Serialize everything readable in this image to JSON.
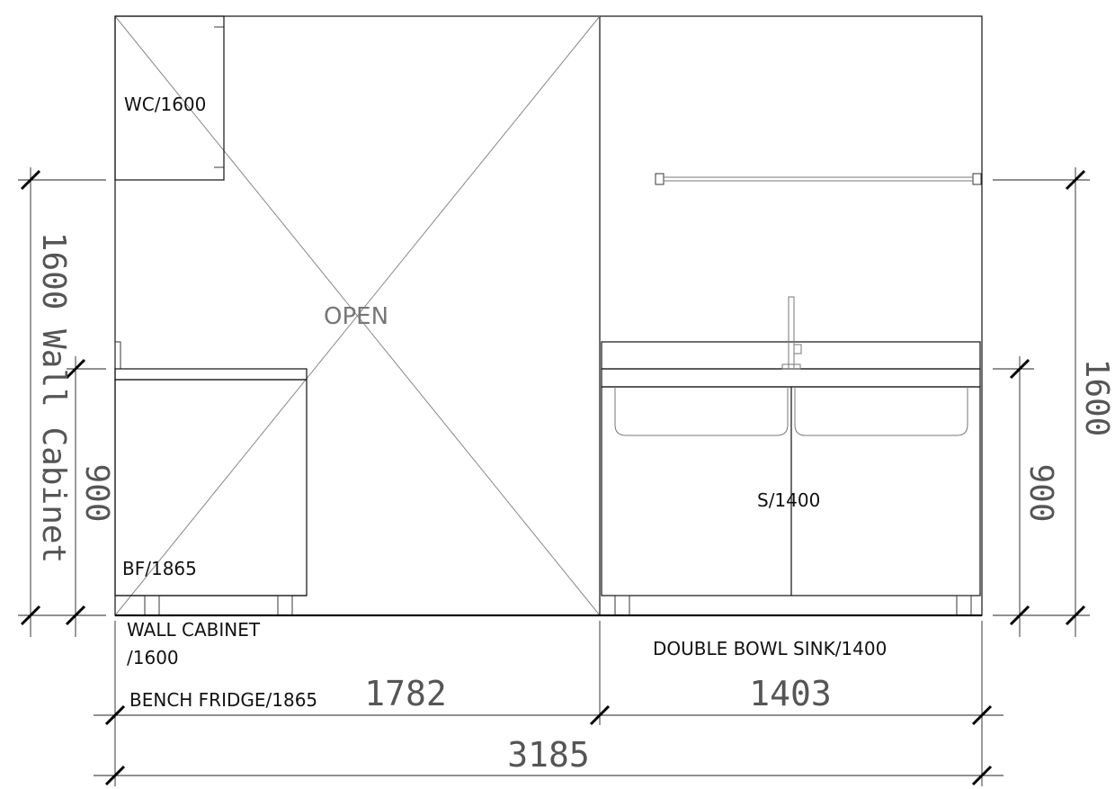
{
  "labels": {
    "wc": "WC/1600",
    "open": "OPEN",
    "bf": "BF/1865",
    "sink": "S/1400",
    "wall_cabinet_1": "WALL CABINET",
    "wall_cabinet_2": "/1600",
    "bench_fridge": "BENCH FRIDGE/1865",
    "double_sink": "DOUBLE BOWL SINK/1400"
  },
  "dimensions": {
    "left_width": "1782",
    "right_width": "1403",
    "total_width": "3185",
    "left_wall_cabinet": "1600 Wall Cabinet",
    "left_bench": "900",
    "right_sink": "900",
    "right_total": "1600"
  }
}
